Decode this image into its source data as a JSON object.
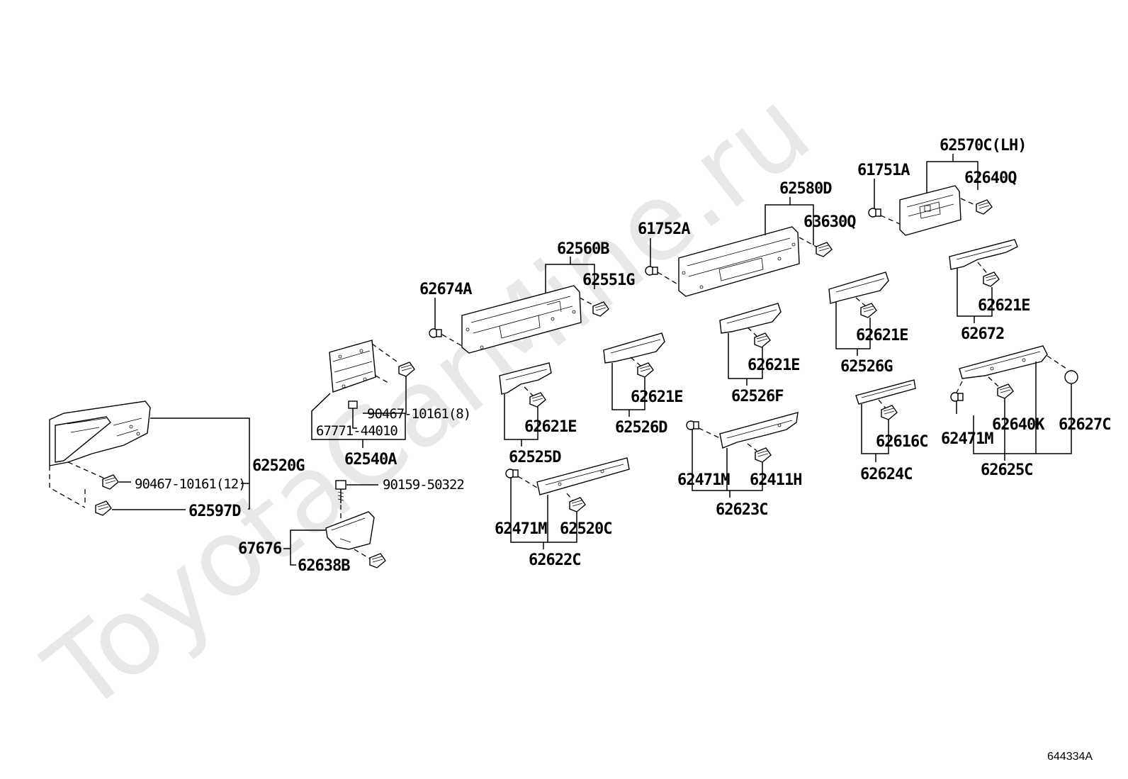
{
  "watermark": "ToyotaCarMine.ru",
  "figure_id": "644334A",
  "labels": {
    "p62570C": "62570C(LH)",
    "p61751A": "61751A",
    "p62640Q": "62640Q",
    "p62580D": "62580D",
    "p63630Q": "63630Q",
    "p61752A": "61752A",
    "p62560B": "62560B",
    "p62551G": "62551G",
    "p62674A": "62674A",
    "p62621E_a": "62621E",
    "p62672": "62672",
    "p62621E_b": "62621E",
    "p62526G": "62526G",
    "p62621E_c": "62621E",
    "p62526F": "62526F",
    "p62621E_d": "62621E",
    "p62526D": "62526D",
    "p62621E_e": "62621E",
    "p62525D": "62525D",
    "p90467_8": "90467-10161(8)",
    "p67771": "67771-44010",
    "p62540A": "62540A",
    "p62520G": "62520G",
    "p90467_12": "90467-10161(12)",
    "p62597D": "62597D",
    "p90159": "90159-50322",
    "p67676": "67676",
    "p62638B": "62638B",
    "p62471M_a": "62471M",
    "p62520C": "62520C",
    "p62622C": "62622C",
    "p62471M_b": "62471M",
    "p62411H": "62411H",
    "p62623C": "62623C",
    "p62616C": "62616C",
    "p62624C": "62624C",
    "p62471M_c": "62471M",
    "p62640K": "62640K",
    "p62627C": "62627C",
    "p62625C": "62625C"
  }
}
